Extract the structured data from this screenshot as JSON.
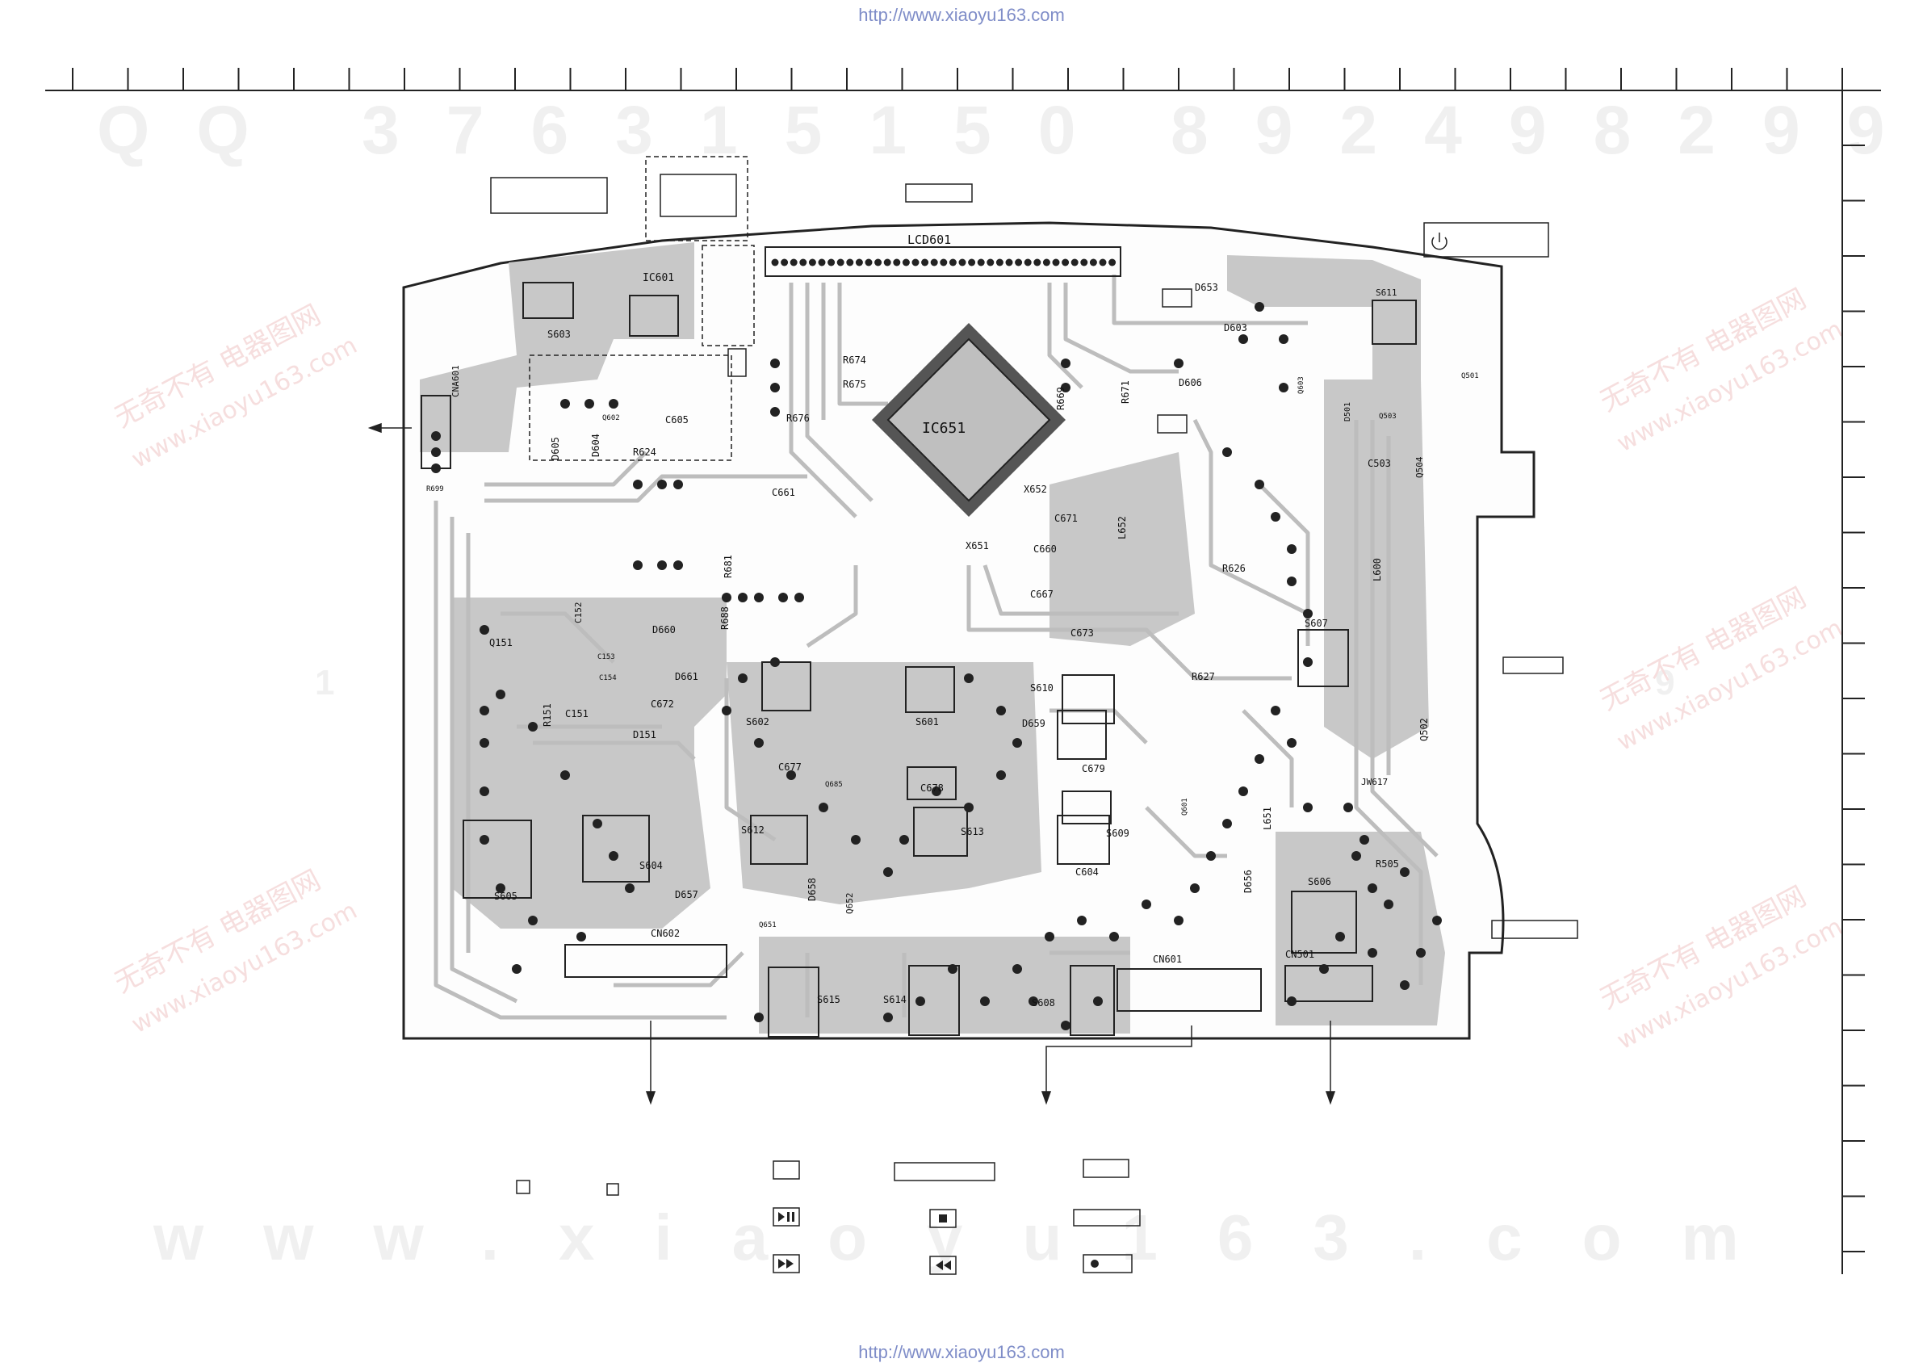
{
  "header_url": "http://www.xiaoyu163.com",
  "footer_url": "http://www.xiaoyu163.com",
  "watermarks": {
    "qq_text": "QQ 376315150",
    "num_text": "892498299",
    "www_text": "www.xiaoyu163.com",
    "side_text": "1 3 0 9 2 4 9",
    "cn_text": "无奇不有 电器图网",
    "cn_url": "www.xiaoyu163.com"
  },
  "components": {
    "lcd": "LCD601",
    "ic_main": "IC651",
    "ic_small": "IC601",
    "connectors": [
      "CNA601",
      "CN602",
      "CN601",
      "CN501"
    ],
    "switches": [
      "S603",
      "S611",
      "S602",
      "S601",
      "S610",
      "S607",
      "S612",
      "S613",
      "S609",
      "S604",
      "S605",
      "S606",
      "S615",
      "S614",
      "S608"
    ],
    "resistors": [
      "R674",
      "R675",
      "R676",
      "R624",
      "R699",
      "R669",
      "R671",
      "R626",
      "R627",
      "R688",
      "R681",
      "R151",
      "R505"
    ],
    "capacitors": [
      "C605",
      "C661",
      "C660",
      "C667",
      "C671",
      "C673",
      "C672",
      "C152",
      "C151",
      "C153",
      "C154",
      "C677",
      "C678",
      "C679",
      "C604",
      "C503"
    ],
    "diodes": [
      "D653",
      "D603",
      "D606",
      "D605",
      "D604",
      "D660",
      "D661",
      "D151",
      "D659",
      "D657",
      "D658",
      "D656",
      "D501"
    ],
    "transistors": [
      "Q151",
      "Q501",
      "Q502",
      "Q503",
      "Q504",
      "Q601",
      "Q602",
      "Q651",
      "Q652",
      "Q603",
      "Q685"
    ],
    "misc": [
      "X651",
      "X652",
      "L652",
      "L600",
      "L651",
      "JW617"
    ]
  },
  "legend": {
    "icon_names": [
      "play-pause-icon",
      "stop-icon",
      "fast-forward-icon",
      "rewind-icon",
      "record-icon",
      "power-icon"
    ]
  },
  "colors": {
    "copper": "#c8c8c8",
    "trace": "#bdbdbd",
    "board_outline": "#222222",
    "label": "#111111"
  }
}
